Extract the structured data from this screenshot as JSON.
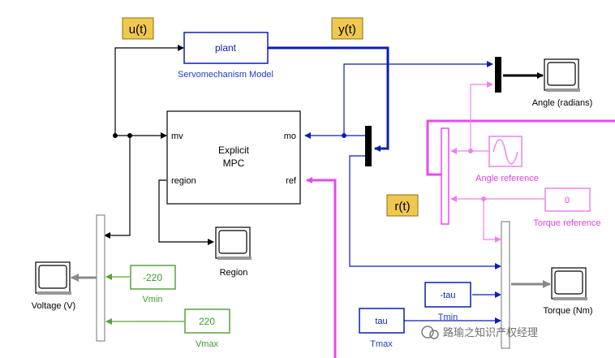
{
  "signals": {
    "u": "u(t)",
    "y": "y(t)",
    "r": "r(t)"
  },
  "blocks": {
    "plant": {
      "label": "plant",
      "caption": "Servomechanism Model"
    },
    "mpc": {
      "title_line1": "Explicit",
      "title_line2": "MPC",
      "port_mv": "mv",
      "port_mo": "mo",
      "port_region": "region",
      "port_ref": "ref"
    },
    "angle_scope": {
      "caption": "Angle (radians)"
    },
    "region_scope": {
      "caption": "Region"
    },
    "voltage_scope": {
      "caption": "Voltage (V)"
    },
    "torque_scope": {
      "caption": "Torque (Nm)"
    },
    "angle_ref": {
      "caption": "Angle reference"
    },
    "torque_ref": {
      "value": "0",
      "caption": "Torque reference"
    },
    "vmin": {
      "value": "-220",
      "caption": "Vmin"
    },
    "vmax": {
      "value": "220",
      "caption": "Vmax"
    },
    "tmin": {
      "value": "-tau",
      "caption": "Tmin"
    },
    "tmax": {
      "value": "tau",
      "caption": "Tmax"
    }
  },
  "watermark": "路瑜之知识产权经理",
  "colors": {
    "signal_blue": "#0a1eb4",
    "pink": "#e84ae8",
    "light_pink": "#ec82ec",
    "green": "#5aa03c",
    "black": "#000000",
    "label_bg": "#f0c850",
    "caption_blue": "#1a3ccc",
    "caption_pink": "#e040e0",
    "caption_green": "#3c9a2c"
  }
}
